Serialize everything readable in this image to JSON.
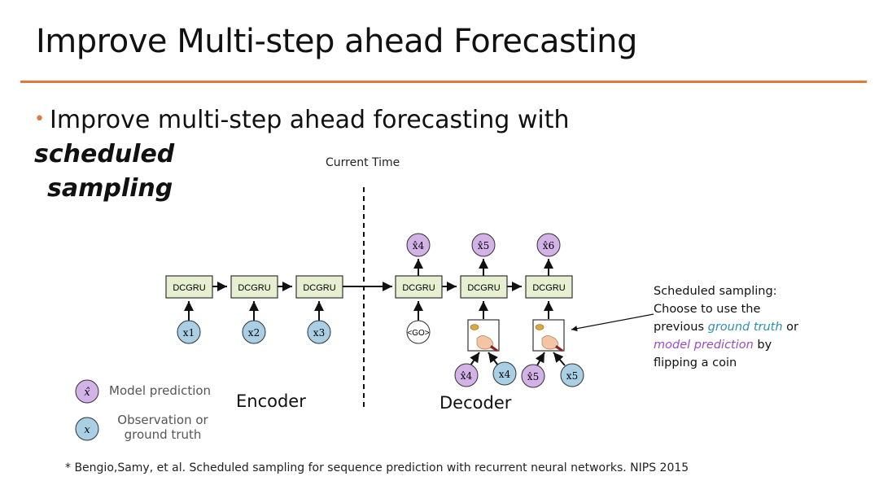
{
  "slide": {
    "title": "Improve Multi-step ahead Forecasting",
    "bullet_plain": "Improve multi-step ahead forecasting with ",
    "bullet_emph1": "scheduled",
    "bullet_emph2": "sampling",
    "current_time_label": "Current Time",
    "encoder_label": "Encoder",
    "decoder_label": "Decoder",
    "footnote": "* Bengio,Samy, et al. Scheduled sampling for sequence prediction with recurrent neural networks. NIPS 2015"
  },
  "diagram": {
    "cell_label": "DCGRU",
    "go_label": "<GO>",
    "encoder_inputs": [
      "x1",
      "x2",
      "x3"
    ],
    "decoder_outputs": [
      "x̂4",
      "x̂5",
      "x̂6"
    ],
    "decoder_sample_inputs": [
      [
        "x̂4",
        "x4"
      ],
      [
        "x̂5",
        "x5"
      ]
    ]
  },
  "legend": {
    "prediction_symbol": "x̂",
    "prediction_label": "Model prediction",
    "observation_symbol": "x",
    "observation_label_1": "Observation or",
    "observation_label_2": "ground truth"
  },
  "note": {
    "heading": "Scheduled sampling:",
    "line1": "Choose to use the",
    "line2_pre": "previous ",
    "ground_truth": "ground truth",
    "line2_post": " or",
    "model_prediction": "model prediction",
    "line3_post": " by",
    "line4": "flipping a coin"
  },
  "colors": {
    "accent": "#e0793a",
    "cell_fill": "#e6f0d0",
    "prediction_fill": "#d3b2e8",
    "observation_fill": "#a9cfe4",
    "ground_truth_text": "#2e8fb3",
    "model_prediction_text": "#9a4cc2"
  }
}
